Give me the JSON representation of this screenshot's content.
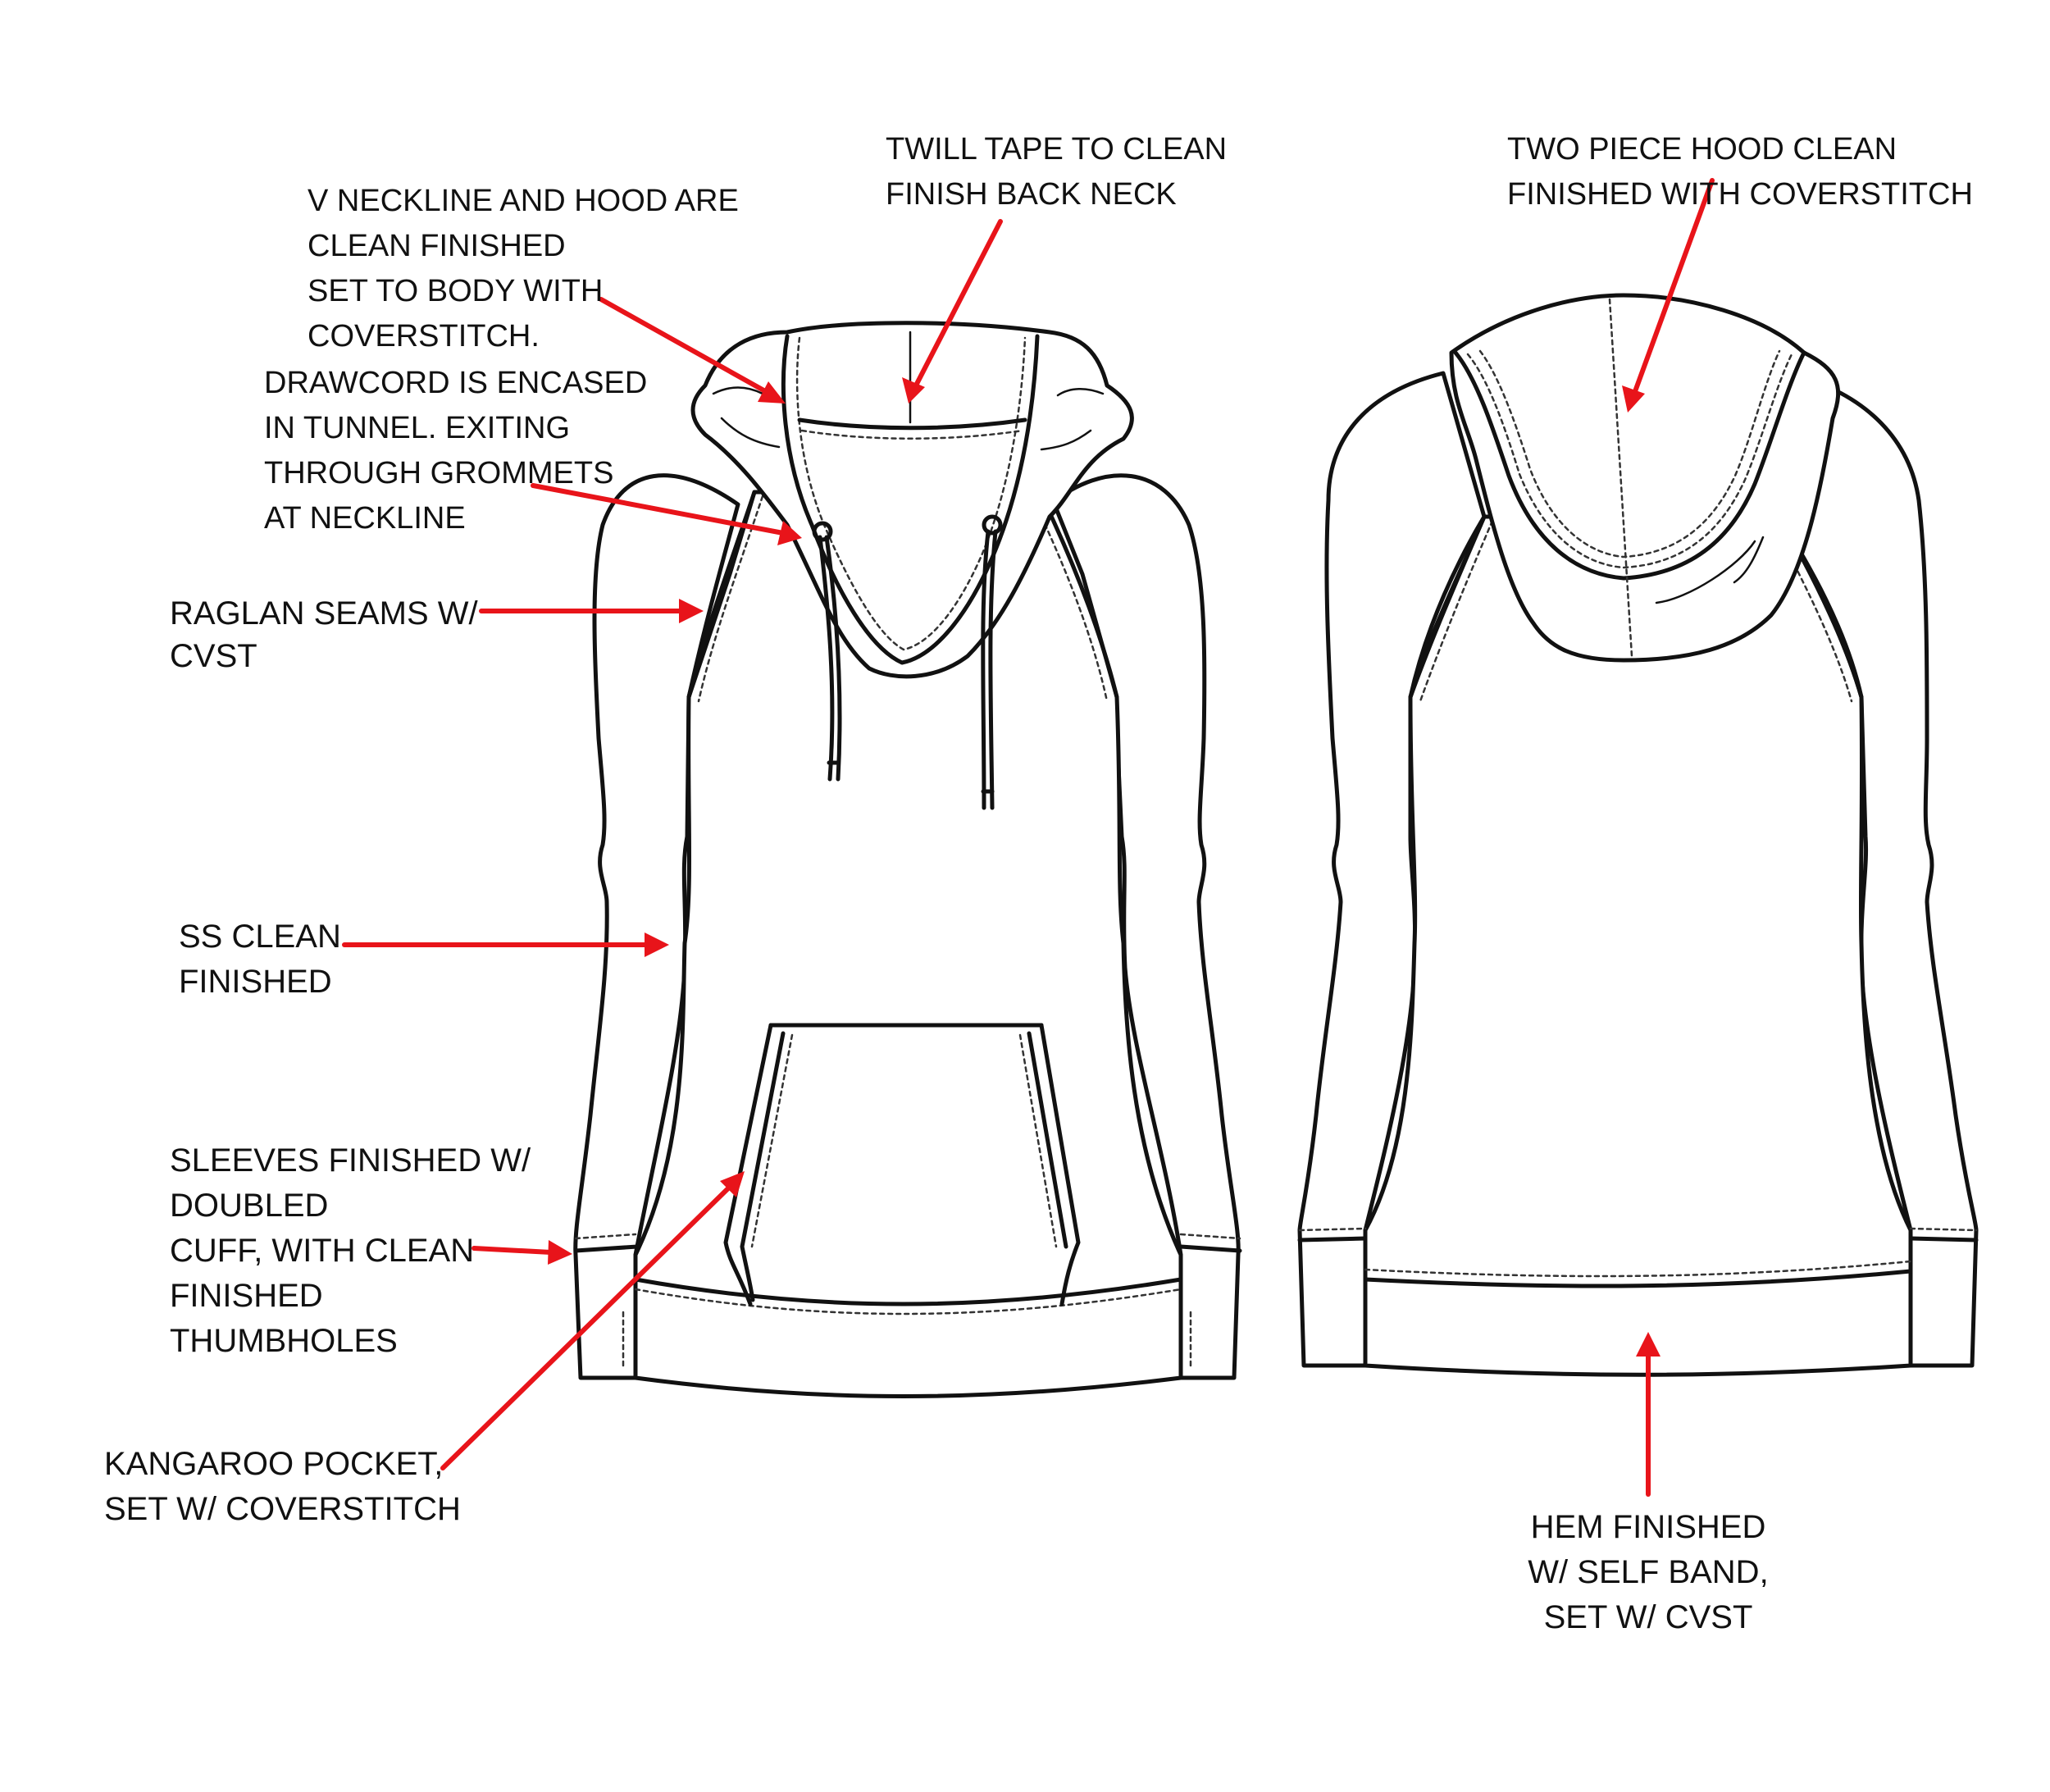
{
  "callouts": [
    {
      "id": "twill-tape",
      "lines": [
        "TWILL TAPE TO CLEAN",
        "FINISH BACK NECK"
      ]
    },
    {
      "id": "two-piece-hood",
      "lines": [
        "TWO PIECE HOOD CLEAN",
        "FINISHED WITH COVERSTITCH"
      ]
    },
    {
      "id": "v-neckline",
      "lines": [
        "V NECKLINE AND HOOD ARE",
        "CLEAN FINISHED",
        "SET TO BODY WITH",
        "COVERSTITCH."
      ]
    },
    {
      "id": "drawcord",
      "lines": [
        "DRAWCORD IS ENCASED",
        "IN  TUNNEL. EXITING",
        "THROUGH GROMMETS",
        "AT NECKLINE"
      ]
    },
    {
      "id": "raglan",
      "lines": [
        "RAGLAN SEAMS W/",
        "CVST"
      ]
    },
    {
      "id": "ss-clean",
      "lines": [
        "SS CLEAN",
        "FINISHED"
      ]
    },
    {
      "id": "sleeves",
      "lines": [
        "SLEEVES FINISHED W/",
        "DOUBLED",
        "CUFF, WITH CLEAN",
        "FINISHED",
        "THUMBHOLES"
      ]
    },
    {
      "id": "kangaroo",
      "lines": [
        "KANGAROO POCKET,",
        "SET W/ COVERSTITCH"
      ]
    },
    {
      "id": "hem",
      "lines": [
        "HEM FINISHED",
        "W/ SELF BAND,",
        "SET W/ CVST"
      ]
    }
  ],
  "colors": {
    "arrow": "#e8141a",
    "outline": "#111111",
    "background": "#ffffff"
  }
}
